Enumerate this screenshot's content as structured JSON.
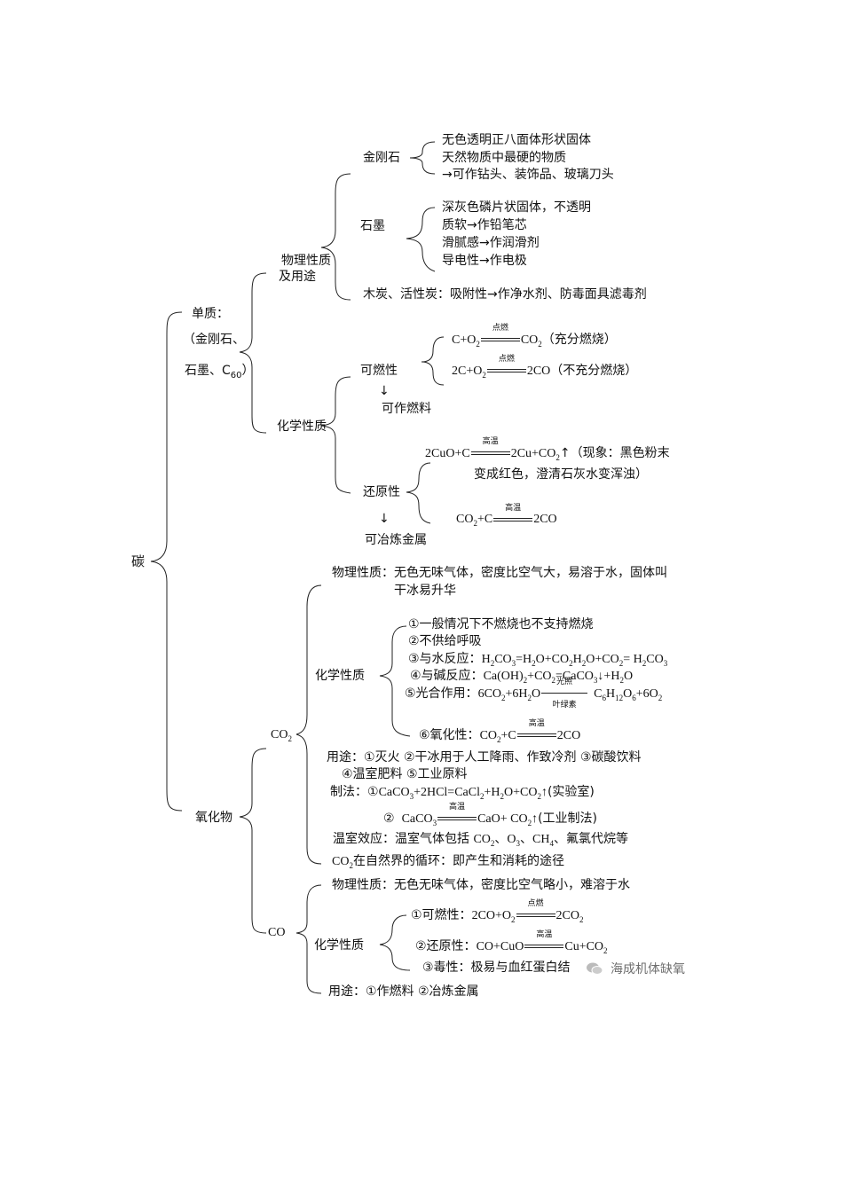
{
  "root": "碳",
  "simple": {
    "label": "单质：",
    "paren1": "（金刚石、",
    "paren2": "石墨、C",
    "paren2_sub": "60",
    "paren2_end": "）",
    "physical": {
      "label1": "物理性质",
      "label2": "及用途",
      "diamond": {
        "label": "金刚石",
        "items": [
          "无色透明正八面体形状固体",
          "天然物质中最硬的物质",
          "→可作钻头、装饰品、玻璃刀头"
        ]
      },
      "graphite": {
        "label": "石墨",
        "items": [
          "深灰色磷片状固体，不透明",
          "质软→作铅笔芯",
          "滑腻感→作润滑剂",
          "导电性→作电极"
        ]
      },
      "charcoal": "木炭、活性炭：吸附性→作净水剂、防毒面具滤毒剂"
    },
    "chemical": {
      "label": "化学性质",
      "combustible": {
        "label": "可燃性",
        "arrow": "↓",
        "use": "可作燃料",
        "eq1": {
          "left": "C+O",
          "left_sub": "2",
          "cond": "点燃",
          "right": "CO",
          "right_sub": "2",
          "note": "（充分燃烧）"
        },
        "eq2": {
          "left": "2C+O",
          "left_sub": "2",
          "cond": "点燃",
          "right": "2CO",
          "note": "（不充分燃烧）"
        }
      },
      "reducing": {
        "label": "还原性",
        "arrow": "↓",
        "use": "可冶炼金属",
        "eq1": {
          "left": "2CuO+C",
          "cond": "高温",
          "right": "2Cu+CO",
          "right_sub": "2",
          "tail": "↑（现象：黑色粉末"
        },
        "eq1_line2": "变成红色，澄清石灰水变浑浊）",
        "eq2": {
          "left": "CO",
          "left_sub": "2",
          "left_tail": "+C",
          "cond": "高温",
          "right": "2CO"
        }
      }
    }
  },
  "oxide": {
    "label": "氧化物",
    "co2": {
      "label": "CO",
      "label_sub": "2",
      "physical_line1": "物理性质：无色无味气体，密度比空气大，易溶于水，固体叫",
      "physical_line2": "干冰易升华",
      "chem_label": "化学性质",
      "chem_items": {
        "i1": "①一般情况下不燃烧也不支持燃烧",
        "i2": "②不供给呼吸",
        "i3_label": "③与水反应：",
        "i4_label": "④与碱反应：",
        "i5_label": "⑤光合作用：",
        "i5_cond_top": "光照",
        "i5_cond_bot": "叶绿素",
        "i6_label": "⑥氧化性：",
        "i6_cond": "高温"
      },
      "use_line1": "用途：①灭火   ②干冰用于人工降雨、作致冷剂   ③碳酸饮料",
      "use_line2": "④温室肥料   ⑤工业原料",
      "prep_label": "制法：",
      "prep1_tail": "(实验室)",
      "prep2_label": "②",
      "prep2_cond": "高温",
      "prep2_tail": "(工业制法)",
      "greenhouse_label": "温室效应：温室气体包括 ",
      "greenhouse_tail": "、氟氯代烷等",
      "cycle": "在自然界的循环：即产生和消耗的途径"
    },
    "co": {
      "label": "CO",
      "physical": "物理性质：无色无味气体，密度比空气略小，难溶于水",
      "chem_label": "化学性质",
      "i1_label": "①可燃性：",
      "i1_cond": "点燃",
      "i2_label": "②还原性：",
      "i2_cond": "高温",
      "i3": "③毒性：极易与血红蛋白结",
      "use": "用途：①作燃料   ②冶炼金属"
    }
  },
  "watermark": "海成机体缺氧"
}
